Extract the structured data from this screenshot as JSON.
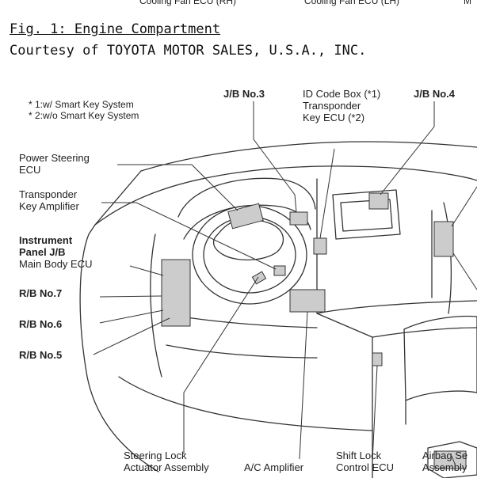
{
  "top_strip": {
    "left": "Cooling Fan ECU (RH)",
    "middle": "Cooling Fan ECU (LH)",
    "right": "M"
  },
  "figure": {
    "title": "Fig. 1: Engine Compartment",
    "courtesy": "Courtesy of TOYOTA MOTOR SALES, U.S.A., INC."
  },
  "notes": {
    "note1": "* 1:w/ Smart Key System",
    "note2": "* 2:w/o Smart Key System"
  },
  "labels": {
    "jb3": "J/B No.3",
    "id_code_box": "ID Code Box (*1)",
    "transponder_ecu_1": "Transponder",
    "transponder_ecu_2": "Key ECU (*2)",
    "jb4": "J/B No.4",
    "power_steering_1": "Power Steering",
    "power_steering_2": "ECU",
    "transponder_amp_1": "Transponder",
    "transponder_amp_2": "Key Amplifier",
    "instrument_jb_1": "Instrument",
    "instrument_jb_2": "Panel J/B",
    "main_body_ecu": "Main Body ECU",
    "rb7": "R/B No.7",
    "rb6": "R/B No.6",
    "rb5": "R/B No.5",
    "steering_lock_1": "Steering Lock",
    "steering_lock_2": "Actuator Assembly",
    "ac_amplifier": "A/C Amplifier",
    "shift_lock_1": "Shift Lock",
    "shift_lock_2": "Control ECU",
    "airbag_1": "Airbag Se",
    "airbag_2": "Assembly"
  }
}
